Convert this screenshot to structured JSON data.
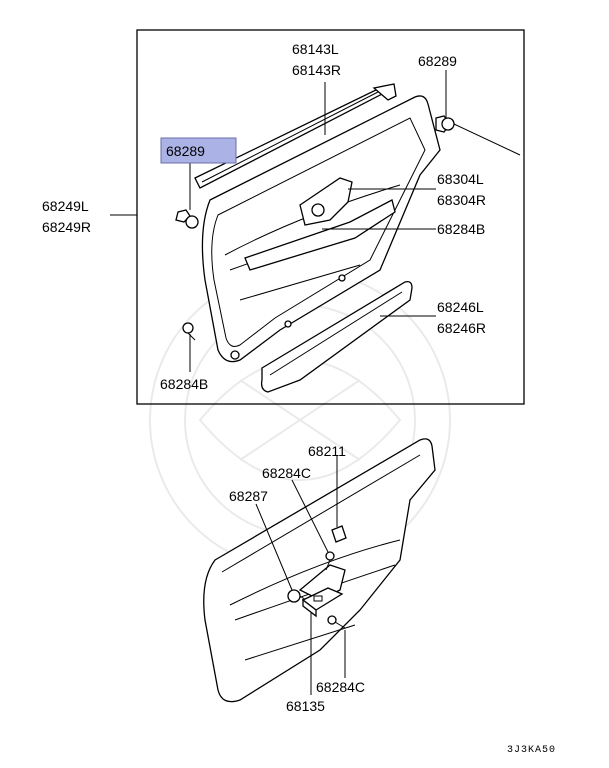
{
  "upper_group": {
    "highlighted_callout": "68289",
    "callouts": [
      "68143L",
      "68143R",
      "68289",
      "68304L",
      "68304R",
      "68284B",
      "68246L",
      "68246R",
      "68249L",
      "68249R",
      "68284B"
    ]
  },
  "lower_group": {
    "callouts": [
      "68211",
      "68284C",
      "68287",
      "68284C",
      "68135"
    ]
  },
  "diagram_code": "3J3KA50",
  "colors": {
    "highlight": "#aab2e6",
    "line": "#000000",
    "background": "#ffffff"
  }
}
